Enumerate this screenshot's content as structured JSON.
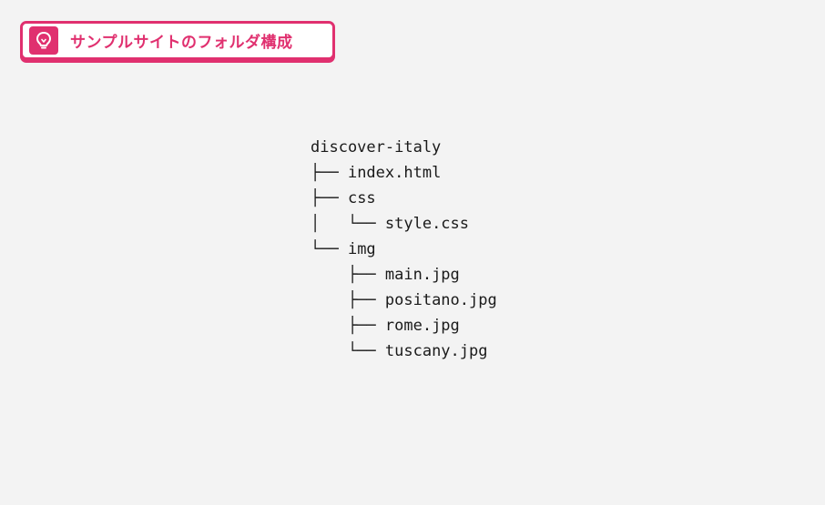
{
  "header": {
    "title": "サンプルサイトのフォルダ構成",
    "icon": "lightbulb-icon",
    "accent_color": "#e0306f"
  },
  "tree": {
    "root": "discover-italy",
    "lines": [
      {
        "prefix": "├── ",
        "name": "index.html"
      },
      {
        "prefix": "├── ",
        "name": "css"
      },
      {
        "prefix": "│   └── ",
        "name": "style.css"
      },
      {
        "prefix": "└── ",
        "name": "img"
      },
      {
        "prefix": "    ├── ",
        "name": "main.jpg"
      },
      {
        "prefix": "    ├── ",
        "name": "positano.jpg"
      },
      {
        "prefix": "    ├── ",
        "name": "rome.jpg"
      },
      {
        "prefix": "    └── ",
        "name": "tuscany.jpg"
      }
    ]
  }
}
